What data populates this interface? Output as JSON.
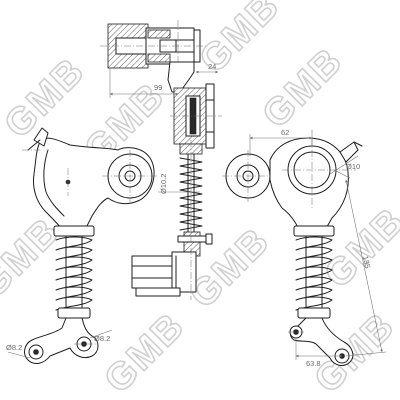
{
  "watermark": {
    "text": "GMB",
    "color": "#d0d0d0"
  },
  "dimensions": {
    "d_left_arm_hole": "Ø8.2",
    "d_right_arm_hole": "Ø8.2",
    "d_center_pulley": "Ø10.2",
    "d_right_pulley_hole": "Ø10",
    "len_99": "99",
    "len_24": "24",
    "len_62": "62",
    "len_135": "135",
    "len_63_8": "63.8"
  }
}
